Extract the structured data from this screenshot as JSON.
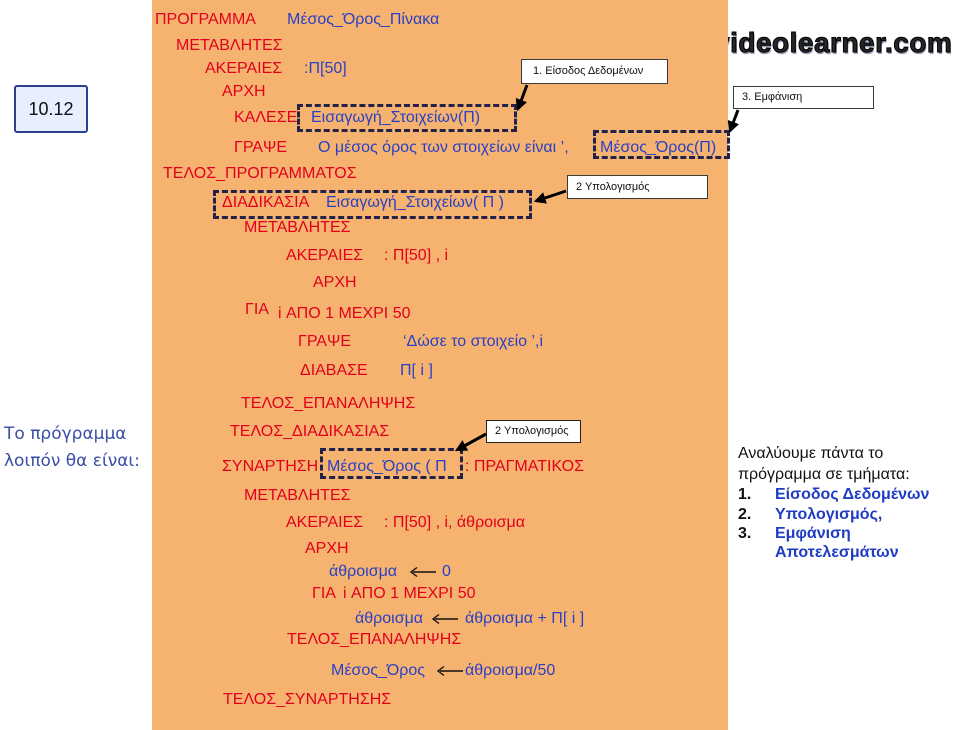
{
  "slide_number": "10.12",
  "logo": {
    "text": "videolearner.com"
  },
  "caption": [
    "Το πρόγραμμα",
    "λοιπόν θα είναι:"
  ],
  "main_program": {
    "lines": [
      [
        "ΠΡΟΓΡΑΜΜΑ",
        "Μέσος_Όρος_Πίνακα"
      ],
      [
        "ΜΕΤΑΒΛΗΤΕΣ"
      ],
      [
        "ΑΚΕΡΑΙΕΣ",
        ":Π[50]"
      ],
      [
        "ΑΡΧΗ"
      ],
      [
        "ΚΑΛΕΣΕ",
        "Εισαγωγή_Στοιχείων(Π)"
      ],
      [
        "ΓΡΑΨΕ",
        "Ο μέσος όρος των στοιχείων είναι ’,",
        "Μέσος_Όρος(Π)"
      ],
      [
        "ΤΕΛΟΣ_ΠΡΟΓΡΑΜΜΑΤΟΣ"
      ]
    ]
  },
  "procedure": {
    "lines": [
      [
        "ΔΙΑΔΙΚΑΣΙΑ",
        "Εισαγωγή_Στοιχείων( Π )"
      ],
      [
        "ΜΕΤΑΒΛΗΤΕΣ"
      ],
      [
        "ΑΚΕΡΑΙΕΣ",
        ": Π[50] , i"
      ],
      [
        "ΑΡΧΗ"
      ],
      [
        "ΓΙΑ",
        "i ΑΠΟ 1 ΜΕΧΡΙ 50"
      ],
      [
        "ΓΡΑΨΕ",
        "‘Δώσε το στοιχείο ’,i"
      ],
      [
        "ΔΙΑΒΑΣΕ",
        "Π[ i ]"
      ],
      [
        "ΤΕΛΟΣ_ΕΠΑΝΑΛΗΨΗΣ"
      ],
      [
        "ΤΕΛΟΣ_ΔΙΑΔΙΚΑΣΙΑΣ"
      ]
    ]
  },
  "function": {
    "lines": [
      [
        "ΣΥΝΑΡΤΗΣΗ",
        "Μέσος_Όρος ( Π",
        ": ΠΡΑΓΜΑΤΙΚΟΣ"
      ],
      [
        "ΜΕΤΑΒΛΗΤΕΣ"
      ],
      [
        "ΑΚΕΡΑΙΕΣ",
        ": Π[50] , i,  άθροισμα"
      ],
      [
        "ΑΡΧΗ"
      ],
      [
        "άθροισμα",
        "0"
      ],
      [
        "ΓΙΑ",
        "i ΑΠΟ 1 ΜΕΧΡΙ 50"
      ],
      [
        "άθροισμα",
        "άθροισμα + Π[ i ]"
      ],
      [
        "ΤΕΛΟΣ_ΕΠΑΝΑΛΗΨΗΣ"
      ],
      [
        "Μέσος_Όρος",
        "άθροισμα/50"
      ],
      [
        "ΤΕΛΟΣ_ΣΥΝΑΡΤΗΣΗΣ"
      ]
    ]
  },
  "annotations": {
    "input": "1. Είσοδος Δεδομένων",
    "output": "3. Εμφάνιση",
    "calc_procedure": "2 Υπολογισμός",
    "calc_function": "2 Υπολογισμός"
  },
  "summary": {
    "intro": [
      "Αναλύουμε πάντα το",
      "πρόγραμμα σε τμήματα:"
    ],
    "items": [
      {
        "num": "1.",
        "text": "Είσοδος Δεδομένων"
      },
      {
        "num": "2.",
        "text": "Υπολογισμός,"
      },
      {
        "num": "3.",
        "text": "Εμφάνιση",
        "text2": "Αποτελεσμάτων"
      }
    ]
  },
  "icons": {
    "assign": "left-arrow-icon",
    "pointer": "pointer-arrow-icon"
  },
  "colors": {
    "panel": "#f6b36f",
    "keyword": "#e1001e",
    "identifier": "#2a40c4",
    "frame": "#22224a",
    "caption": "#3a4ea6",
    "summary": "#1f3cc4"
  }
}
